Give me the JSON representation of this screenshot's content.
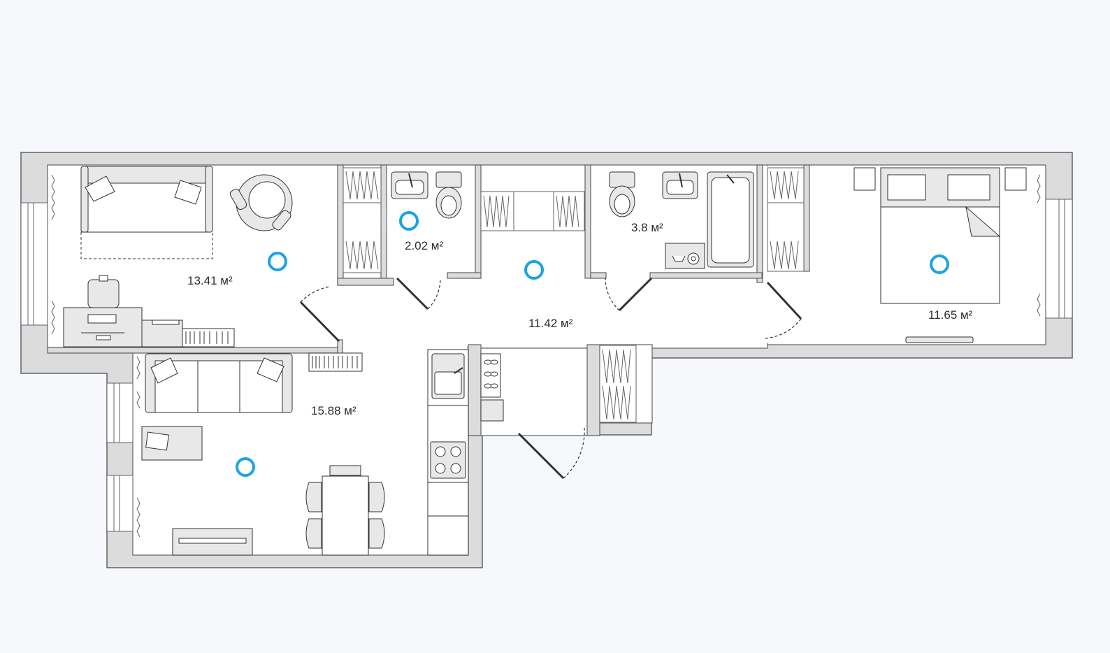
{
  "floor_plan": {
    "rooms": [
      {
        "id": "room-a",
        "area": "13.41 м²"
      },
      {
        "id": "bathroom-small",
        "area": "2.02 м²"
      },
      {
        "id": "hallway",
        "area": "11.42 м²"
      },
      {
        "id": "bathroom-large",
        "area": "3.8 м²"
      },
      {
        "id": "bedroom",
        "area": "11.65 м²"
      },
      {
        "id": "kitchen-living",
        "area": "15.88 м²"
      }
    ]
  },
  "colors": {
    "background": "#f7f8fb",
    "wall": "#dcdcdc",
    "wall_stroke": "#5f6266",
    "floor": "#ffffff",
    "furniture_fill": "#e8e8e8",
    "line": "#2f3237",
    "hotspot": "#1aa3e6"
  }
}
